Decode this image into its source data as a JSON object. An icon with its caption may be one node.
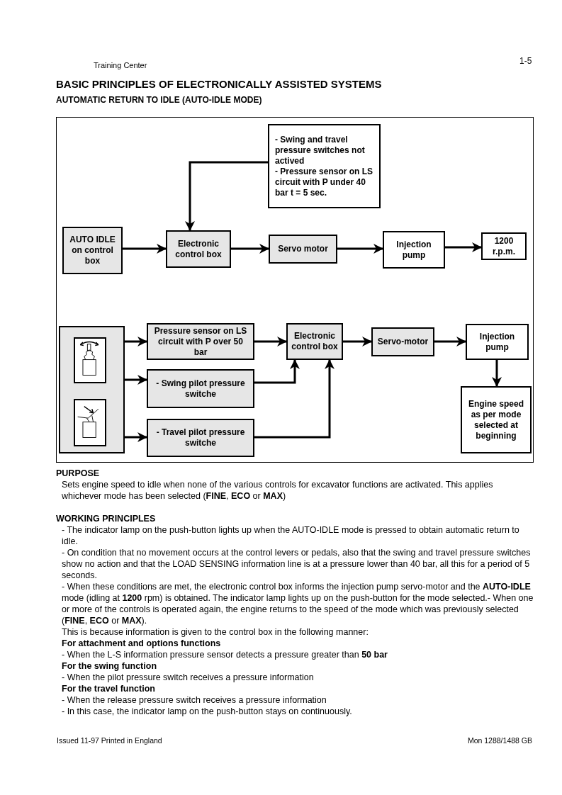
{
  "diagram": {
    "title": "BASIC PRINCIPLES OF ELECTRONICALLY ASSISTED SYSTEMS",
    "nodes": [
      {
        "text": [
          "- Swing and travel pressure switches not actived",
          "- Pressure sensor on LS circuit with P under 40 bar t = 5 sec."
        ]
      },
      {
        "text": [
          "AUTO IDLE on control box"
        ]
      },
      {
        "text": [
          "Electronic control box"
        ]
      },
      {
        "text": [
          "Servo motor"
        ]
      },
      {
        "text": [
          "Injection pump"
        ]
      },
      {
        "text": [
          "1200 r.p.m."
        ]
      },
      {
        "text": [],
        "shape": "box"
      },
      {
        "text": [],
        "shape": "picture",
        "in": 6
      },
      {
        "text": [],
        "shape": "picture",
        "in": 6
      },
      {
        "text": [
          "Pressure sensor on LS circuit with P over 50 bar"
        ]
      },
      {
        "text": [
          "- Swing pilot pressure switche"
        ]
      },
      {
        "text": [
          "- Travel pilot pressure switche"
        ]
      },
      {
        "text": [
          "Electronic control box"
        ]
      },
      {
        "text": [
          "Servo-motor"
        ]
      },
      {
        "text": [
          "Injection pump"
        ]
      },
      {
        "text": [
          "Engine speed as per mode selected at beginning"
        ]
      }
    ],
    "edges": [
      {
        "from": 0,
        "to": 2,
        "arrow": "to"
      },
      {
        "from": 1,
        "to": 2,
        "arrow": "to"
      },
      {
        "from": 2,
        "to": 3,
        "arrow": "to"
      },
      {
        "from": 3,
        "to": 4,
        "arrow": "to"
      },
      {
        "from": 4,
        "to": 5,
        "arrow": "to"
      },
      {
        "from": 7,
        "to": 9,
        "arrow": "to"
      },
      {
        "from": 7,
        "to": 10,
        "arrow": "to"
      },
      {
        "from": 8,
        "to": 11,
        "arrow": "to"
      },
      {
        "from": 9,
        "to": 12,
        "arrow": "to"
      },
      {
        "from": 10,
        "to": 12,
        "arrow": "to"
      },
      {
        "from": 11,
        "to": 12,
        "arrow": "to"
      },
      {
        "from": 12,
        "to": 13,
        "arrow": "to"
      },
      {
        "from": 13,
        "to": 14,
        "arrow": "to"
      },
      {
        "from": 14,
        "to": 15,
        "arrow": "to"
      }
    ],
    "labels": [
      "Training Center",
      "1-5",
      "AUTOMATIC RETURN TO IDLE (AUTO-IDLE MODE)",
      "PURPOSE",
      "Sets engine speed to idle when none of the various controls for excavator functions are activated. This applies whichever mode has been selected (**FINE**, **ECO** or **MAX**)",
      "WORKING PRINCIPLES",
      "- The indicator lamp on the push-button lights up when the AUTO-IDLE mode is pressed to obtain automatic return to idle.",
      "- On condition that no movement occurs at the control levers or pedals, also that the swing and travel pressure switches show no action and that the LOAD SENSING information line is at a pressure lower than 40 bar, all this for a period of 5 seconds.",
      "- When these conditions are met, the electronic control box informs the injection pump servo-motor and the **AUTO-IDLE** mode (idling at **1200** rpm) is obtained. The indicator lamp lights up on the push-button for the mode selected.- When one or more of the controls is operated again, the engine returns to the speed of the mode which was previously selected (**FINE**, **ECO** or **MAX**).",
      "This is because information is given to the control box in the following manner:",
      "For attachment and options functions",
      "- When the L-S information pressure sensor detects a pressure greater than **50 bar**",
      "For the swing function",
      "- When the pilot pressure switch receives a pressure information",
      "For the travel function",
      "- When the release pressure switch receives a pressure information",
      "- In this case, the indicator lamp on the push-button stays on continuously.",
      "Issued 11-97  Printed in England",
      "Mon 1288/1488 GB"
    ]
  }
}
